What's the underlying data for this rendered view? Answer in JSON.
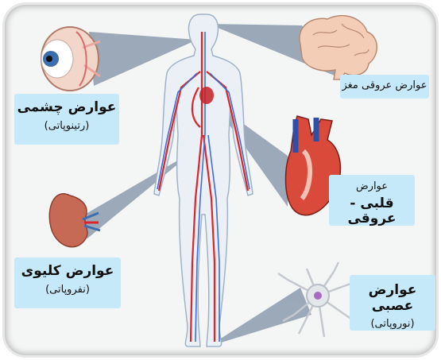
{
  "labels": {
    "eye": {
      "title": "عوارض چشمی",
      "subtitle": "(رتینوپاتی)"
    },
    "brain": {
      "title": "عوارض عروقی مغز"
    },
    "heart": {
      "line1": "عوارض",
      "line2": "قلبی - عروقی"
    },
    "kidney": {
      "title": "عوارض کلیوی",
      "subtitle": "(نفروپاتی)"
    },
    "nerve": {
      "title": "عوارض عصبی",
      "subtitle": "(نوروپاتی)"
    }
  },
  "colors": {
    "label_bg": "#c6e9f9",
    "beam": "#7d8fa4",
    "artery": "#d9262b",
    "vein": "#3f6fd0",
    "body_outline": "#9fb3c8"
  }
}
